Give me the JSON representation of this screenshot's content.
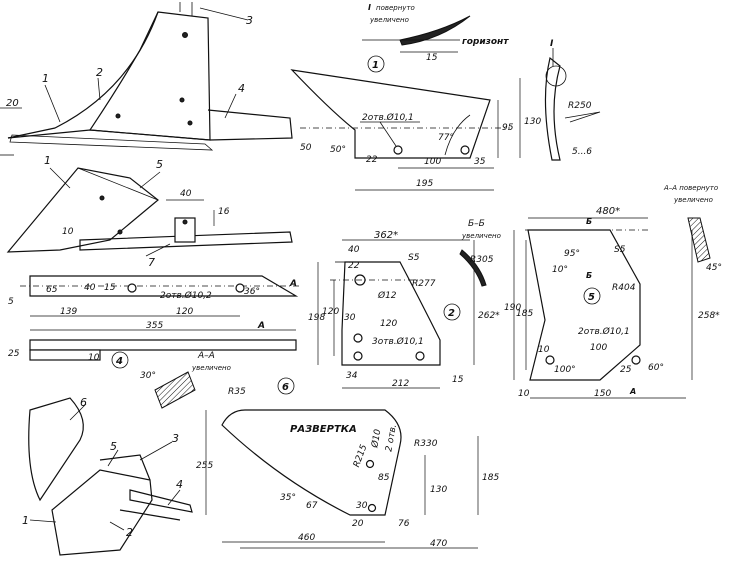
{
  "tl": {
    "part1": "1",
    "part2": "2",
    "part3": "3",
    "part4": "4",
    "dim20": "20"
  },
  "v1": {
    "view_num": "1",
    "arrow_label": "I",
    "rotated": "повернуто",
    "enlarged": "увеличено",
    "horizon": "горизонт",
    "dim15": "15",
    "hole_note": "2отв.Ø10,1",
    "dim50": "50",
    "ang50": "50°",
    "dim22": "22",
    "ang77": "77°",
    "dim100": "100",
    "dim35": "35",
    "dim195": "195",
    "dim95": "95",
    "dim130": "130",
    "r250": "R250",
    "arr_i": "I",
    "dim5_6": "5...6"
  },
  "v_ml": {
    "part1": "1",
    "part5": "5",
    "part7": "7",
    "dim40": "40",
    "dim16": "16",
    "dim10": "10"
  },
  "v4": {
    "view_num": "4",
    "dim65": "65",
    "dim40": "40",
    "dim15": "15",
    "hole_note": "2отв.Ø10,2",
    "ang36": "36°",
    "dim5": "5",
    "dim139": "139",
    "dim120": "120",
    "dim355": "355",
    "dim25": "25",
    "dim10": "10",
    "sec_a": "А",
    "sec_a2": "А",
    "sec_title": "А–А",
    "sec_enlarged": "увеличено",
    "ang30": "30°"
  },
  "v2": {
    "view_num": "2",
    "dim362": "362*",
    "dim40": "40",
    "dim22": "22",
    "s5": "S5",
    "r277": "R277",
    "d12": "Ø12",
    "dim198": "198",
    "dim120v": "120",
    "dim30": "30",
    "dim120h": "120",
    "hole_note": "3отв.Ø10,1",
    "dim34": "34",
    "dim212": "212",
    "dim15": "15",
    "dim262": "262*",
    "sec_title": "Б–Б",
    "sec_enlarged": "увеличено",
    "r305": "R305"
  },
  "v5": {
    "view_num": "5",
    "dim480": "480*",
    "b1": "Б",
    "b2": "Б",
    "ang95": "95°",
    "ang10": "10°",
    "s5": "S5",
    "r404": "R404",
    "dim190": "190",
    "dim185": "185",
    "hole_note": "2отв.Ø10,1",
    "dim10a": "10",
    "dim100": "100",
    "dim25": "25",
    "ang100": "100°",
    "ang60": "60°",
    "dim10b": "10",
    "dim150": "150",
    "a": "А",
    "dim258": "258*",
    "sec_title": "А–А  повернуто",
    "sec_enlarged": "увеличено",
    "ang45": "45°"
  },
  "v6": {
    "view_num": "6",
    "r35": "R35",
    "title": "РАЗВЕРТКА",
    "r215": "R215",
    "d10": "Ø10",
    "holes2": "2 отв.",
    "r330": "R330",
    "dim255": "255",
    "dim85": "85",
    "dim130": "130",
    "dim185": "185",
    "ang35": "35°",
    "dim67": "67",
    "dim20": "20",
    "dim30": "30",
    "dim76": "76",
    "dim460": "460",
    "dim470": "470"
  },
  "bl": {
    "part6": "6",
    "part5": "5",
    "part3": "3",
    "part4": "4",
    "part1": "1",
    "part2": "2"
  }
}
